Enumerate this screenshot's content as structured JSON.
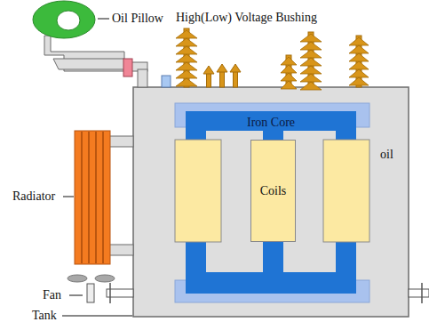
{
  "diagram": {
    "nodes": [
      {
        "text": [
          "Iron Core"
        ]
      },
      {
        "text": [
          "Coils"
        ],
        "in": 0
      }
    ],
    "labels": [
      "Oil Pillow",
      "High(Low) Voltage Bushing",
      "oil",
      "Radiator",
      "Fan",
      "Tank"
    ]
  }
}
